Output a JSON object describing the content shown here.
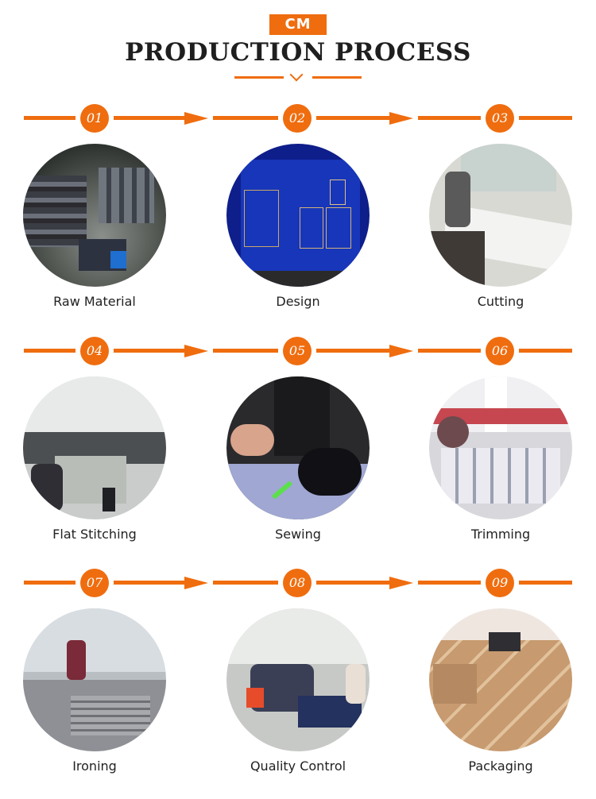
{
  "header": {
    "logo_text": "CM",
    "title": "PRODUCTION PROCESS"
  },
  "accent_color": "#ef6d0f",
  "steps": [
    {
      "number": "01",
      "label": "Raw Material"
    },
    {
      "number": "02",
      "label": "Design"
    },
    {
      "number": "03",
      "label": "Cutting"
    },
    {
      "number": "04",
      "label": "Flat Stitching"
    },
    {
      "number": "05",
      "label": "Sewing"
    },
    {
      "number": "06",
      "label": "Trimming"
    },
    {
      "number": "07",
      "label": "Ironing"
    },
    {
      "number": "08",
      "label": "Quality Control"
    },
    {
      "number": "09",
      "label": "Packaging"
    }
  ]
}
